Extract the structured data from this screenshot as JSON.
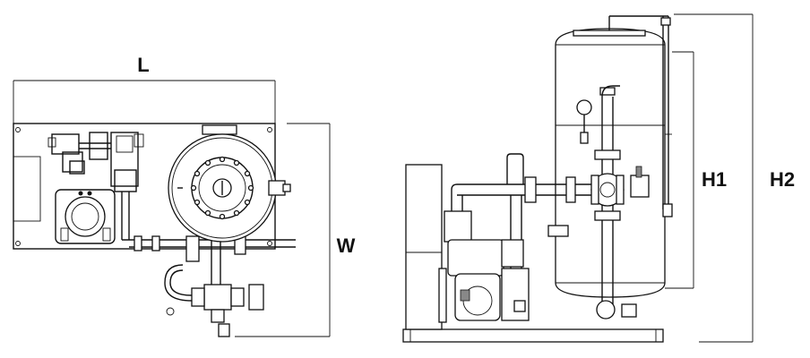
{
  "dimensions": {
    "length": "L",
    "width": "W",
    "height_vessel": "H1",
    "height_total": "H2"
  },
  "colors": {
    "line": "#111111",
    "background": "#ffffff"
  }
}
